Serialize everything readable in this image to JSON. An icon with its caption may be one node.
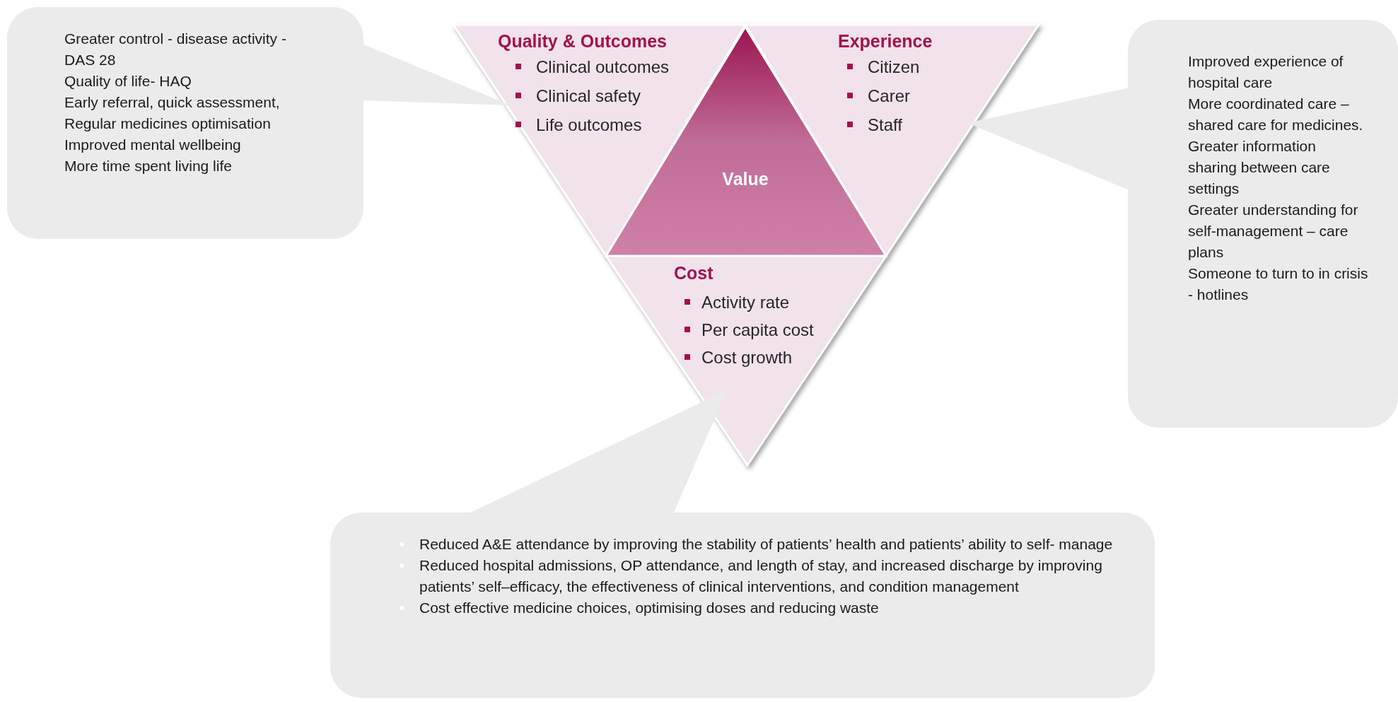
{
  "diagram": {
    "nodes": [
      {
        "text": [
          "Quality & Outcomes",
          "Clinical outcomes",
          "Clinical safety",
          "Life outcomes"
        ]
      },
      {
        "text": [
          "Experience",
          "Citizen",
          "Carer",
          "Staff"
        ]
      },
      {
        "text": [
          "Value"
        ]
      },
      {
        "text": [
          "Cost",
          "Activity rate",
          "Per capita cost",
          "Cost growth"
        ]
      },
      {
        "text": [
          "Greater control - disease activity - DAS 28",
          "Quality of life- HAQ",
          "Early referral, quick assessment,",
          "Regular medicines optimisation",
          "Improved mental wellbeing",
          "More time spent living life"
        ]
      },
      {
        "text": [
          "Improved experience of hospital care",
          "More coordinated care – shared care for medicines.",
          "Greater information sharing between care settings",
          "Greater understanding for self-management – care plans",
          "Someone to turn to in crisis - hotlines"
        ]
      },
      {
        "text": [
          "Reduced A&E attendance by improving the stability of patients’ health and patients’ ability to self- manage",
          "Reduced hospital admissions, OP attendance, and length of stay, and increased discharge by improving patients’ self–efficacy, the effectiveness of clinical interventions, and condition management",
          "Cost effective medicine choices, optimising doses and reducing waste"
        ]
      }
    ],
    "edges": [
      {
        "from": 4,
        "to": 0,
        "arrow": "to"
      },
      {
        "from": 5,
        "to": 1,
        "arrow": "to"
      },
      {
        "from": 6,
        "to": 3,
        "arrow": "to"
      }
    ]
  }
}
